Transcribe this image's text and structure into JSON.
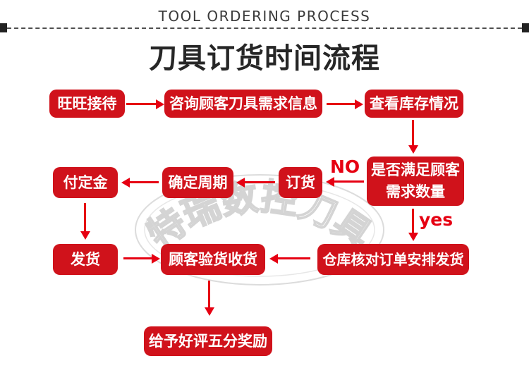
{
  "page": {
    "eyebrow": "TOOL ORDERING PROCESS",
    "title": "刀具订货时间流程"
  },
  "watermark": {
    "text": "特瑞数控刀具"
  },
  "flow": {
    "nodes": [
      {
        "id": "reception",
        "label": "旺旺接待"
      },
      {
        "id": "consult",
        "label": "咨询顾客刀具需求信息"
      },
      {
        "id": "check-stock",
        "label": "查看库存情况"
      },
      {
        "id": "satisfy",
        "lines": [
          "是否满足顾客",
          "需求数量"
        ]
      },
      {
        "id": "order",
        "label": "订货"
      },
      {
        "id": "cycle",
        "label": "确定周期"
      },
      {
        "id": "deposit",
        "label": "付定金"
      },
      {
        "id": "ship",
        "label": "发货"
      },
      {
        "id": "inspect",
        "label": "顾客验货收货"
      },
      {
        "id": "warehouse",
        "label": "仓库核对订单安排发货"
      },
      {
        "id": "praise",
        "label": "给予好评五分奖励"
      }
    ],
    "branch_labels": {
      "no": "NO",
      "yes": "yes"
    }
  },
  "colors": {
    "box-red": "#d0121b",
    "arrow-red": "#e60012",
    "title-ink": "#262626",
    "eyebrow-ink": "#3a3a3a",
    "divider-ink": "#222222",
    "watermark-gray": "#dcdcdc"
  }
}
